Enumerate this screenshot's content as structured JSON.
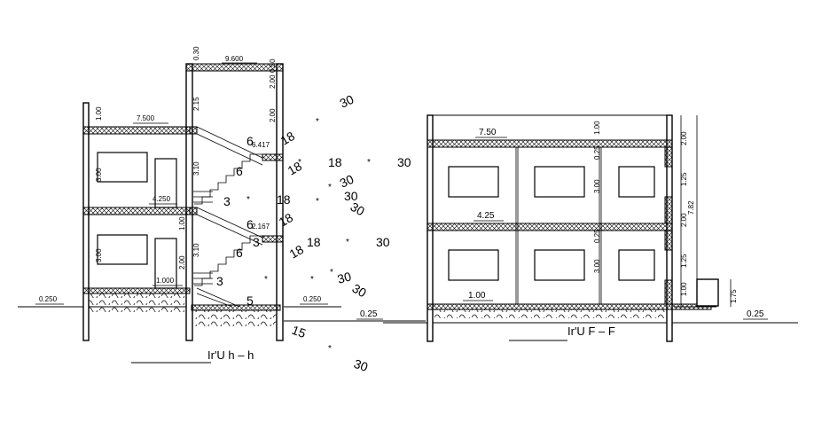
{
  "section_left": {
    "title": "Ir'U h  –  h",
    "levels": {
      "roof_stair": "9.600",
      "roof": "7.500",
      "first": "4.250",
      "ground": "1.000",
      "site_left": "0.250",
      "site_right": "0.250",
      "site_mid": "0.25",
      "landing_upper": "6.417",
      "landing_lower": "2.167"
    },
    "vertical_dims": [
      "0.30",
      "2.15",
      "0.30",
      "2.00",
      "0.50",
      "1.00",
      "3.10",
      "1.00",
      "3.10",
      "2.00",
      "2.00",
      "3.00",
      "3.00"
    ],
    "stair_marks": [
      "6",
      "6",
      "3",
      "6",
      "3",
      "6",
      "3",
      "5"
    ],
    "stair_notes": [
      "30",
      "*",
      "18",
      "18",
      "*",
      "30",
      "*",
      "18",
      "*",
      "30",
      "30",
      "*",
      "18",
      "*",
      "30",
      "18",
      "30",
      "*",
      "18",
      "*",
      "30",
      "*",
      "18",
      "*",
      "30",
      "15",
      "*",
      "30"
    ]
  },
  "section_right": {
    "title": "Ir'U  F  –  F",
    "levels": {
      "roof": "7.50",
      "first": "4.25",
      "ground": "1.00",
      "site": "0.25"
    },
    "vertical_dims": [
      "1.00",
      "0.25",
      "3.00",
      "0.25",
      "3.00",
      "2.00",
      "1.25",
      "2.00",
      "1.25",
      "1.00",
      "7.82",
      "1.75"
    ]
  }
}
